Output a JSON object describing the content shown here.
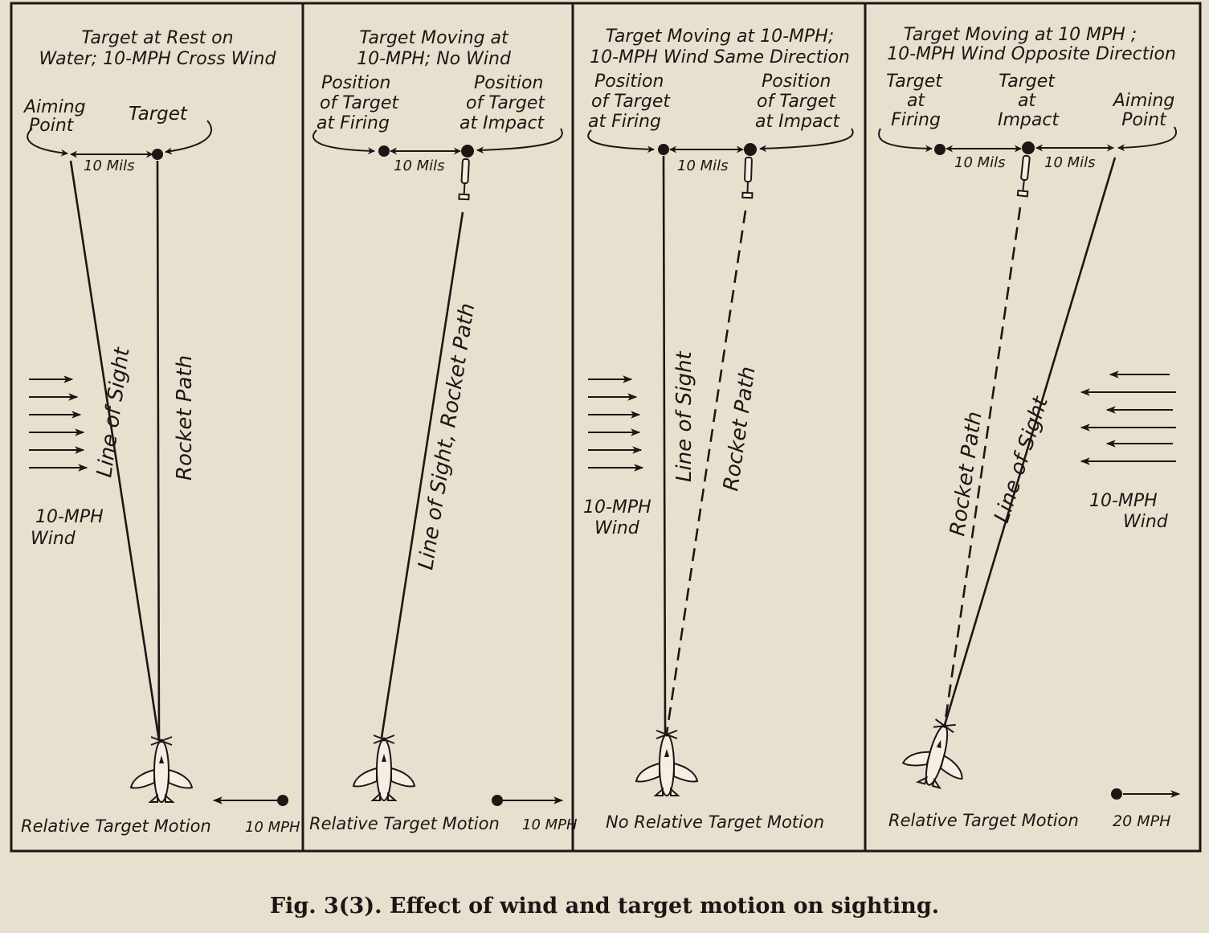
{
  "caption": "Fig. 3(3). Effect of wind and target motion on sighting.",
  "panels": [
    {
      "title": [
        "Target at Rest on",
        "Water; 10-MPH Cross Wind"
      ],
      "labels": {
        "aiming_point": [
          "Aiming",
          "Point"
        ],
        "target": "Target",
        "mils": "10 Mils",
        "line_of_sight": "Line of Sight",
        "rocket_path": "Rocket Path",
        "wind": [
          "10-MPH",
          "Wind"
        ],
        "motion": "Relative Target Motion",
        "speed": "10 MPH"
      }
    },
    {
      "title": [
        "Target Moving at",
        "10-MPH; No Wind"
      ],
      "labels": {
        "pos_firing": [
          "Position",
          "of Target",
          "at Firing"
        ],
        "pos_impact": [
          "Position",
          "of Target",
          "at Impact"
        ],
        "mils": "10 Mils",
        "combined": "Line of Sight, Rocket Path",
        "motion": "Relative Target Motion",
        "speed": "10 MPH"
      }
    },
    {
      "title": [
        "Target Moving at 10-MPH;",
        "10-MPH Wind Same Direction"
      ],
      "labels": {
        "pos_firing": [
          "Position",
          "of Target",
          "at Firing"
        ],
        "pos_impact": [
          "Position",
          "of Target",
          "at Impact"
        ],
        "mils": "10 Mils",
        "line_of_sight": "Line of Sight",
        "rocket_path": "Rocket Path",
        "wind": [
          "10-MPH",
          "Wind"
        ],
        "motion": "No Relative Target Motion"
      }
    },
    {
      "title": [
        "Target Moving at 10 MPH ;",
        "10-MPH Wind Opposite Direction"
      ],
      "labels": {
        "target_firing": [
          "Target",
          "at",
          "Firing"
        ],
        "target_impact": [
          "Target",
          "at",
          "Impact"
        ],
        "aiming_point": [
          "Aiming",
          "Point"
        ],
        "mils_left": "10 Mils",
        "mils_right": "10 Mils",
        "rocket_path": "Rocket Path",
        "line_of_sight": "Line of Sight",
        "wind": [
          "10-MPH",
          "Wind"
        ],
        "motion": "Relative Target Motion",
        "speed": "20 MPH"
      }
    }
  ]
}
